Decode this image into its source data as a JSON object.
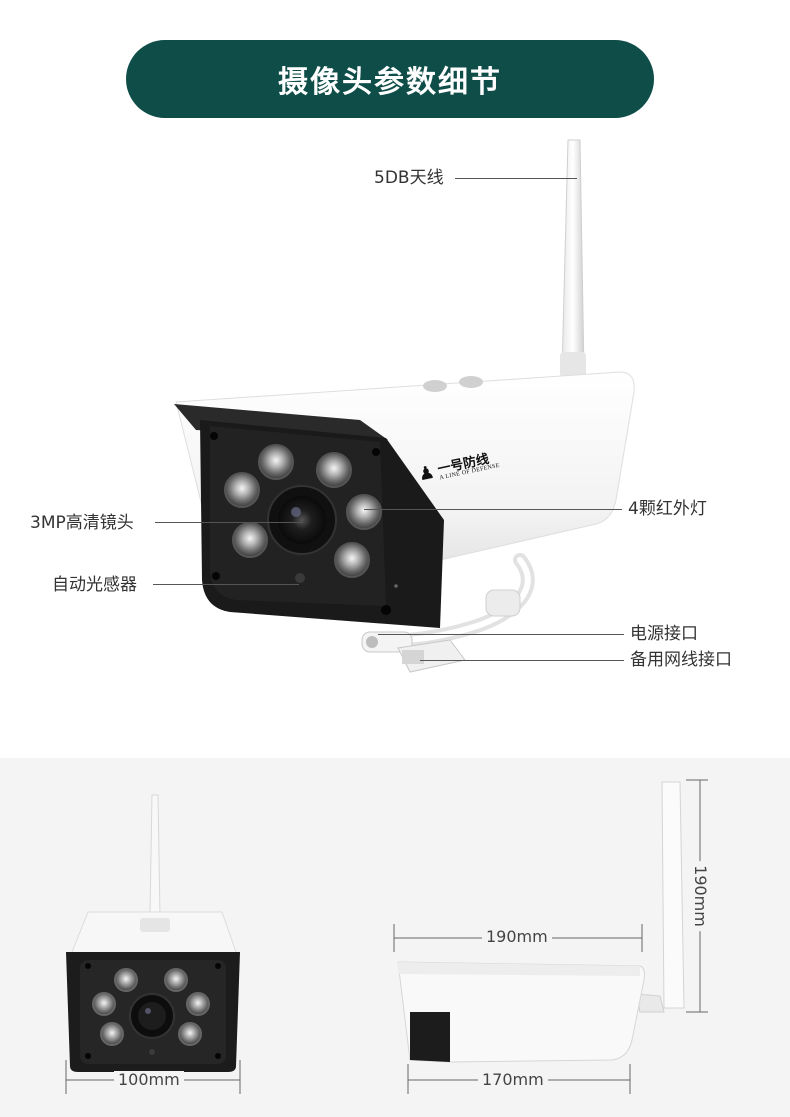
{
  "header": {
    "title": "摄像头参数细节"
  },
  "callouts": {
    "antenna": "5DB天线",
    "lens": "3MP高清镜头",
    "light_sensor": "自动光感器",
    "ir_lights": "4颗红外灯",
    "power_port": "电源接口",
    "network_port": "备用网线接口"
  },
  "brand": {
    "name": "一号防线",
    "tagline": "A LINE OF DEFENSE"
  },
  "dimensions": {
    "front_width": "100mm",
    "side_length": "190mm",
    "side_body": "170mm",
    "side_height": "190mm"
  },
  "colors": {
    "banner": "#0f4d49",
    "panel": "#f4f4f4"
  }
}
